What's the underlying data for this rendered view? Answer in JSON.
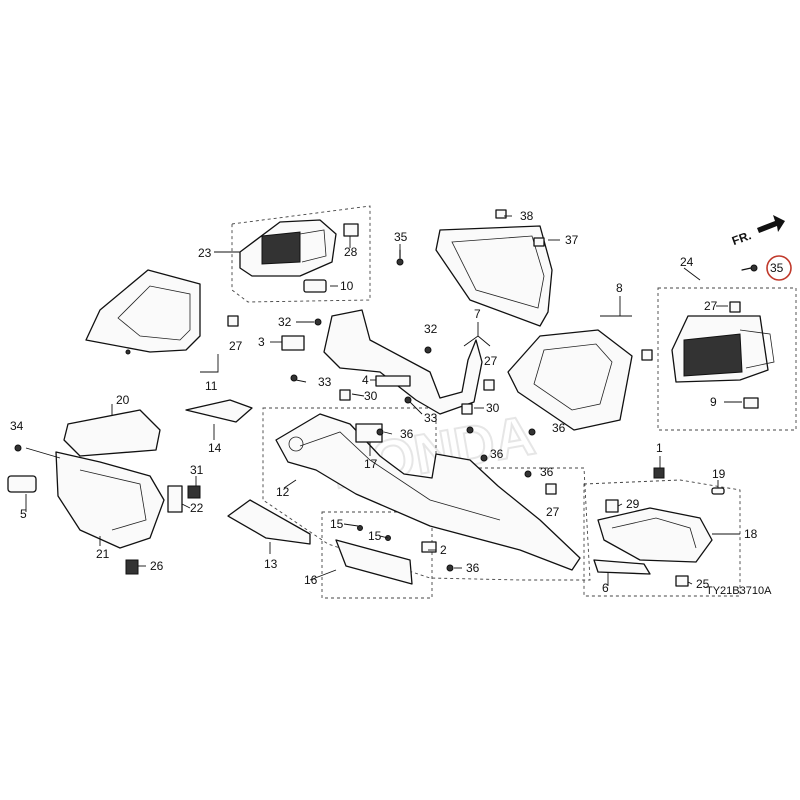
{
  "diagram": {
    "direction_label": "FR.",
    "drawing_code": "TY21B3710A",
    "watermark": "HONDA",
    "highlighted_callout": "35",
    "callouts": [
      "1",
      "2",
      "3",
      "4",
      "5",
      "6",
      "7",
      "8",
      "9",
      "10",
      "11",
      "12",
      "13",
      "14",
      "15",
      "16",
      "17",
      "18",
      "19",
      "20",
      "21",
      "22",
      "23",
      "24",
      "25",
      "26",
      "27",
      "28",
      "29",
      "30",
      "31",
      "32",
      "33",
      "34",
      "35",
      "36",
      "37",
      "38"
    ]
  }
}
